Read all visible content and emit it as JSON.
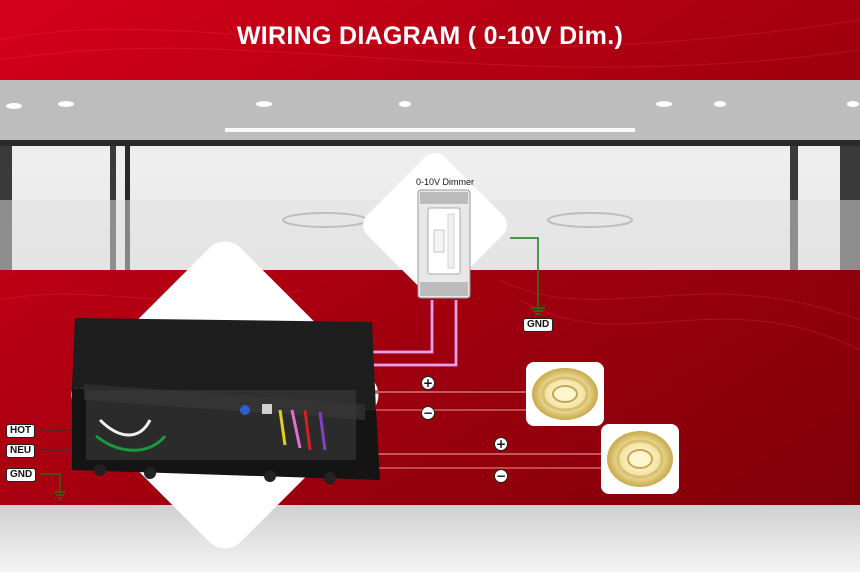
{
  "title": "WIRING DIAGRAM ( 0-10V Dim.)",
  "dimmer": {
    "label": "0-10V Dimmer"
  },
  "terminals": {
    "hot": "HOT",
    "neu": "NEU",
    "gnd_left": "GND",
    "gnd_dimmer": "GND"
  },
  "polarity": {
    "plus": "+",
    "minus": "−"
  },
  "colors": {
    "red_bg": "#b00010",
    "hot_wire": "#e8e8e8",
    "pink_wire": "#e070d0",
    "ground": "#1a7a1a",
    "led": "#f4e8b0"
  },
  "icons": [
    "ground-symbol-icon",
    "led-strip-reel-icon",
    "dimmer-switch-icon",
    "driver-box-icon"
  ]
}
